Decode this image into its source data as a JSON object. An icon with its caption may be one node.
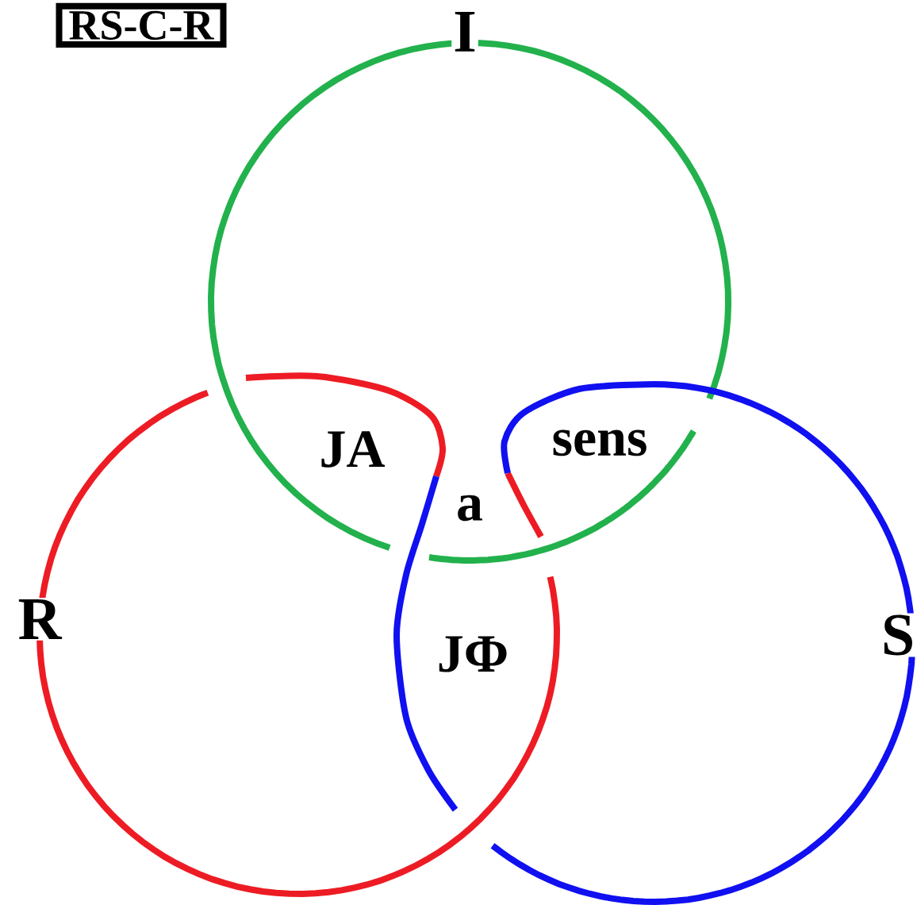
{
  "diagram": {
    "nodes": [
      {
        "text": [
          "RS-C-R"
        ]
      },
      {
        "text": [
          "I"
        ]
      },
      {
        "text": [
          "R"
        ]
      },
      {
        "text": [
          "S"
        ]
      }
    ],
    "labels": [
      "JA",
      "sens",
      "a",
      "JΦ"
    ]
  }
}
